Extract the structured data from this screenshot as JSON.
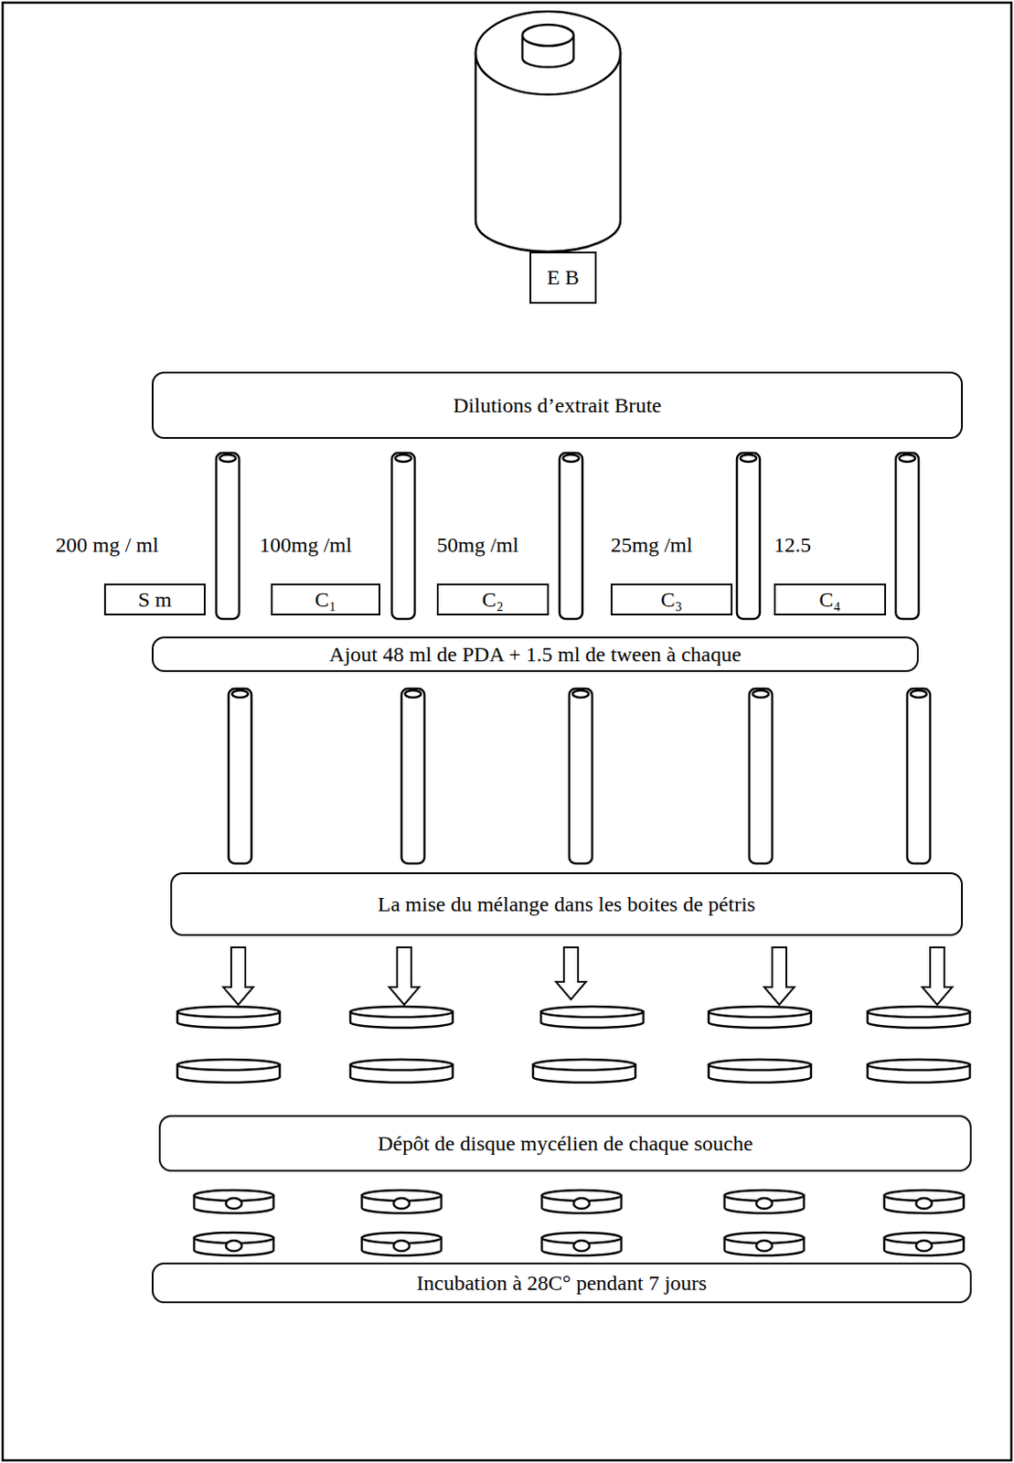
{
  "diagram": {
    "nodes": [
      {
        "text": [
          "E B"
        ]
      },
      {
        "text": [
          "Dilutions d’extrait Brute"
        ]
      },
      {
        "text": [
          "S m"
        ]
      },
      {
        "text": [
          "C₁"
        ]
      },
      {
        "text": [
          "C₂"
        ]
      },
      {
        "text": [
          "C₃"
        ]
      },
      {
        "text": [
          "C₄"
        ]
      },
      {
        "text": [
          "Ajout   48 ml de PDA + 1.5 ml de tween à chaque"
        ]
      },
      {
        "text": [
          "La mise du mélange dans les boites de pétris"
        ]
      },
      {
        "text": [
          "Dépôt de disque mycélien de chaque souche"
        ]
      },
      {
        "text": [
          "Incubation à 28C° pendant 7 jours"
        ]
      }
    ],
    "labels": [
      "200 mg / ml",
      "100mg /ml",
      "50mg /ml",
      "25mg /ml",
      "12.5"
    ]
  }
}
